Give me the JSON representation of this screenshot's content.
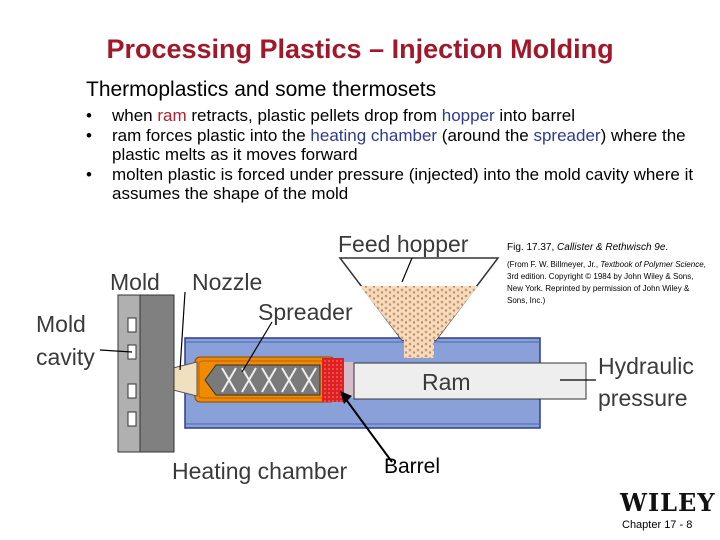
{
  "slide": {
    "title": "Processing Plastics – Injection Molding",
    "subtitle": "Thermoplastics and some thermosets",
    "bullets": [
      {
        "before": "when ",
        "hl1": "ram",
        "mid1": " retracts, plastic pellets drop from ",
        "hl2": "hopper",
        "after": " into barrel"
      },
      {
        "before": "ram forces plastic into the ",
        "hl1": "heating chamber",
        "mid1": " (around the ",
        "hl2": "spreader",
        "after": ") where the plastic melts as it moves forward"
      },
      {
        "text": "molten plastic is forced under pressure (injected) into the mold cavity where it assumes the shape of the mold"
      }
    ],
    "figure_caption": {
      "prefix": "Fig. 17.37, ",
      "italic": "Callister & Rethwisch 9e",
      "suffix": "."
    },
    "credit": {
      "prefix": "(From F. W. Billmeyer, Jr., ",
      "italic": "Textbook of Polymer Science",
      "suffix": ", 3rd edition. Copyright © 1984 by John Wiley & Sons, New York. Reprinted by permission of John Wiley & Sons, Inc.)"
    },
    "footer": "Chapter 17 -   8",
    "publisher": "WILEY"
  },
  "diagram": {
    "labels": {
      "feed_hopper": "Feed hopper",
      "mold": "Mold",
      "nozzle": "Nozzle",
      "spreader": "Spreader",
      "mold_cavity_line1": "Mold",
      "mold_cavity_line2": "cavity",
      "ram": "Ram",
      "hydraulic_line1": "Hydraulic",
      "hydraulic_line2": "pressure",
      "heating_chamber": "Heating chamber",
      "barrel": "Barrel"
    },
    "colors": {
      "title": "#a0182a",
      "highlight": "#2e3b8f",
      "barrel_body": "#8aa0d8",
      "chamber": "#f08a00",
      "spreader": "#7a7a7a",
      "melt": "#e02020",
      "mold": "#808080",
      "ram": "#eeeeee",
      "pellets": "#e8b98a"
    }
  }
}
